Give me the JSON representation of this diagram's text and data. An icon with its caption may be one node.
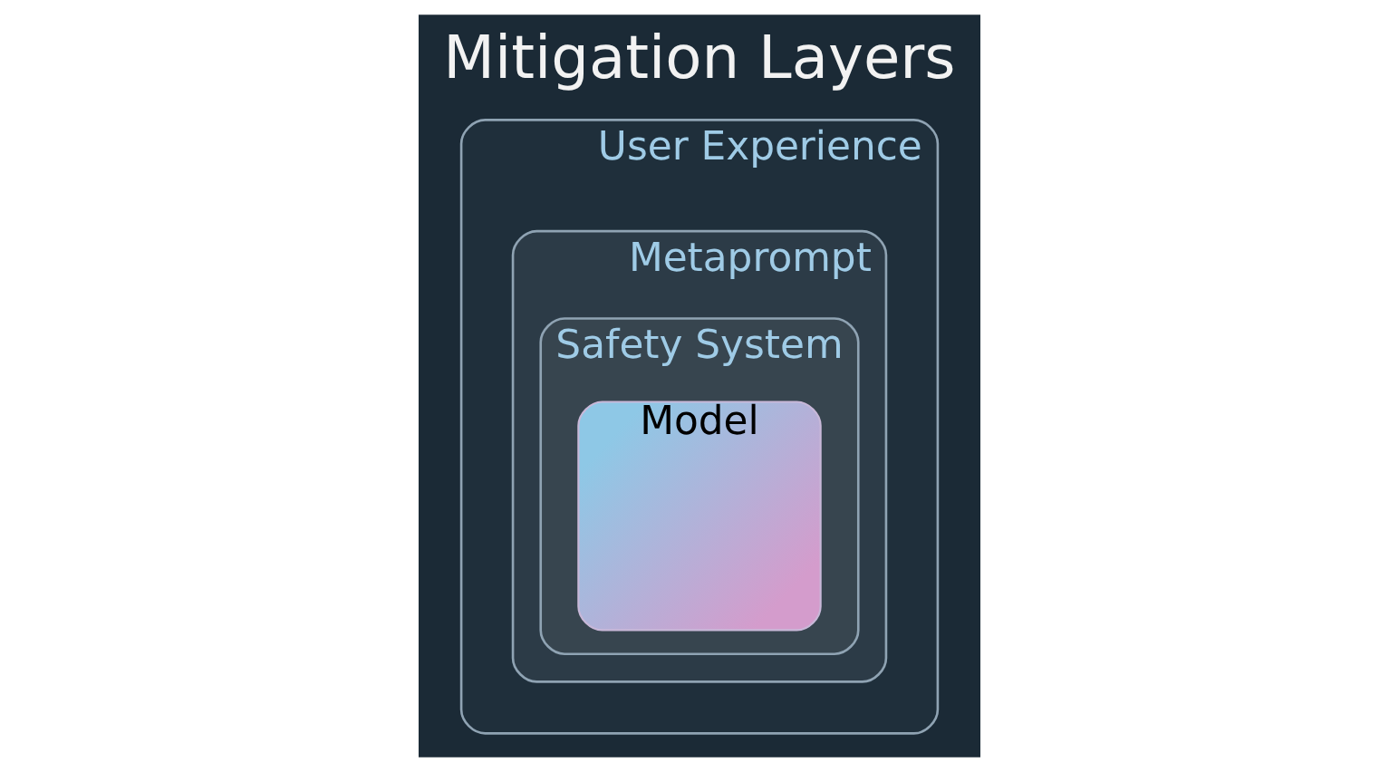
{
  "diagram": {
    "title": "Mitigation Layers",
    "nodes": [
      {
        "text": [
          "User Experience"
        ]
      },
      {
        "text": [
          "Metaprompt"
        ],
        "in": 0
      },
      {
        "text": [
          "Safety System"
        ],
        "in": 1
      },
      {
        "text": [
          "Model"
        ],
        "in": 2
      }
    ]
  }
}
